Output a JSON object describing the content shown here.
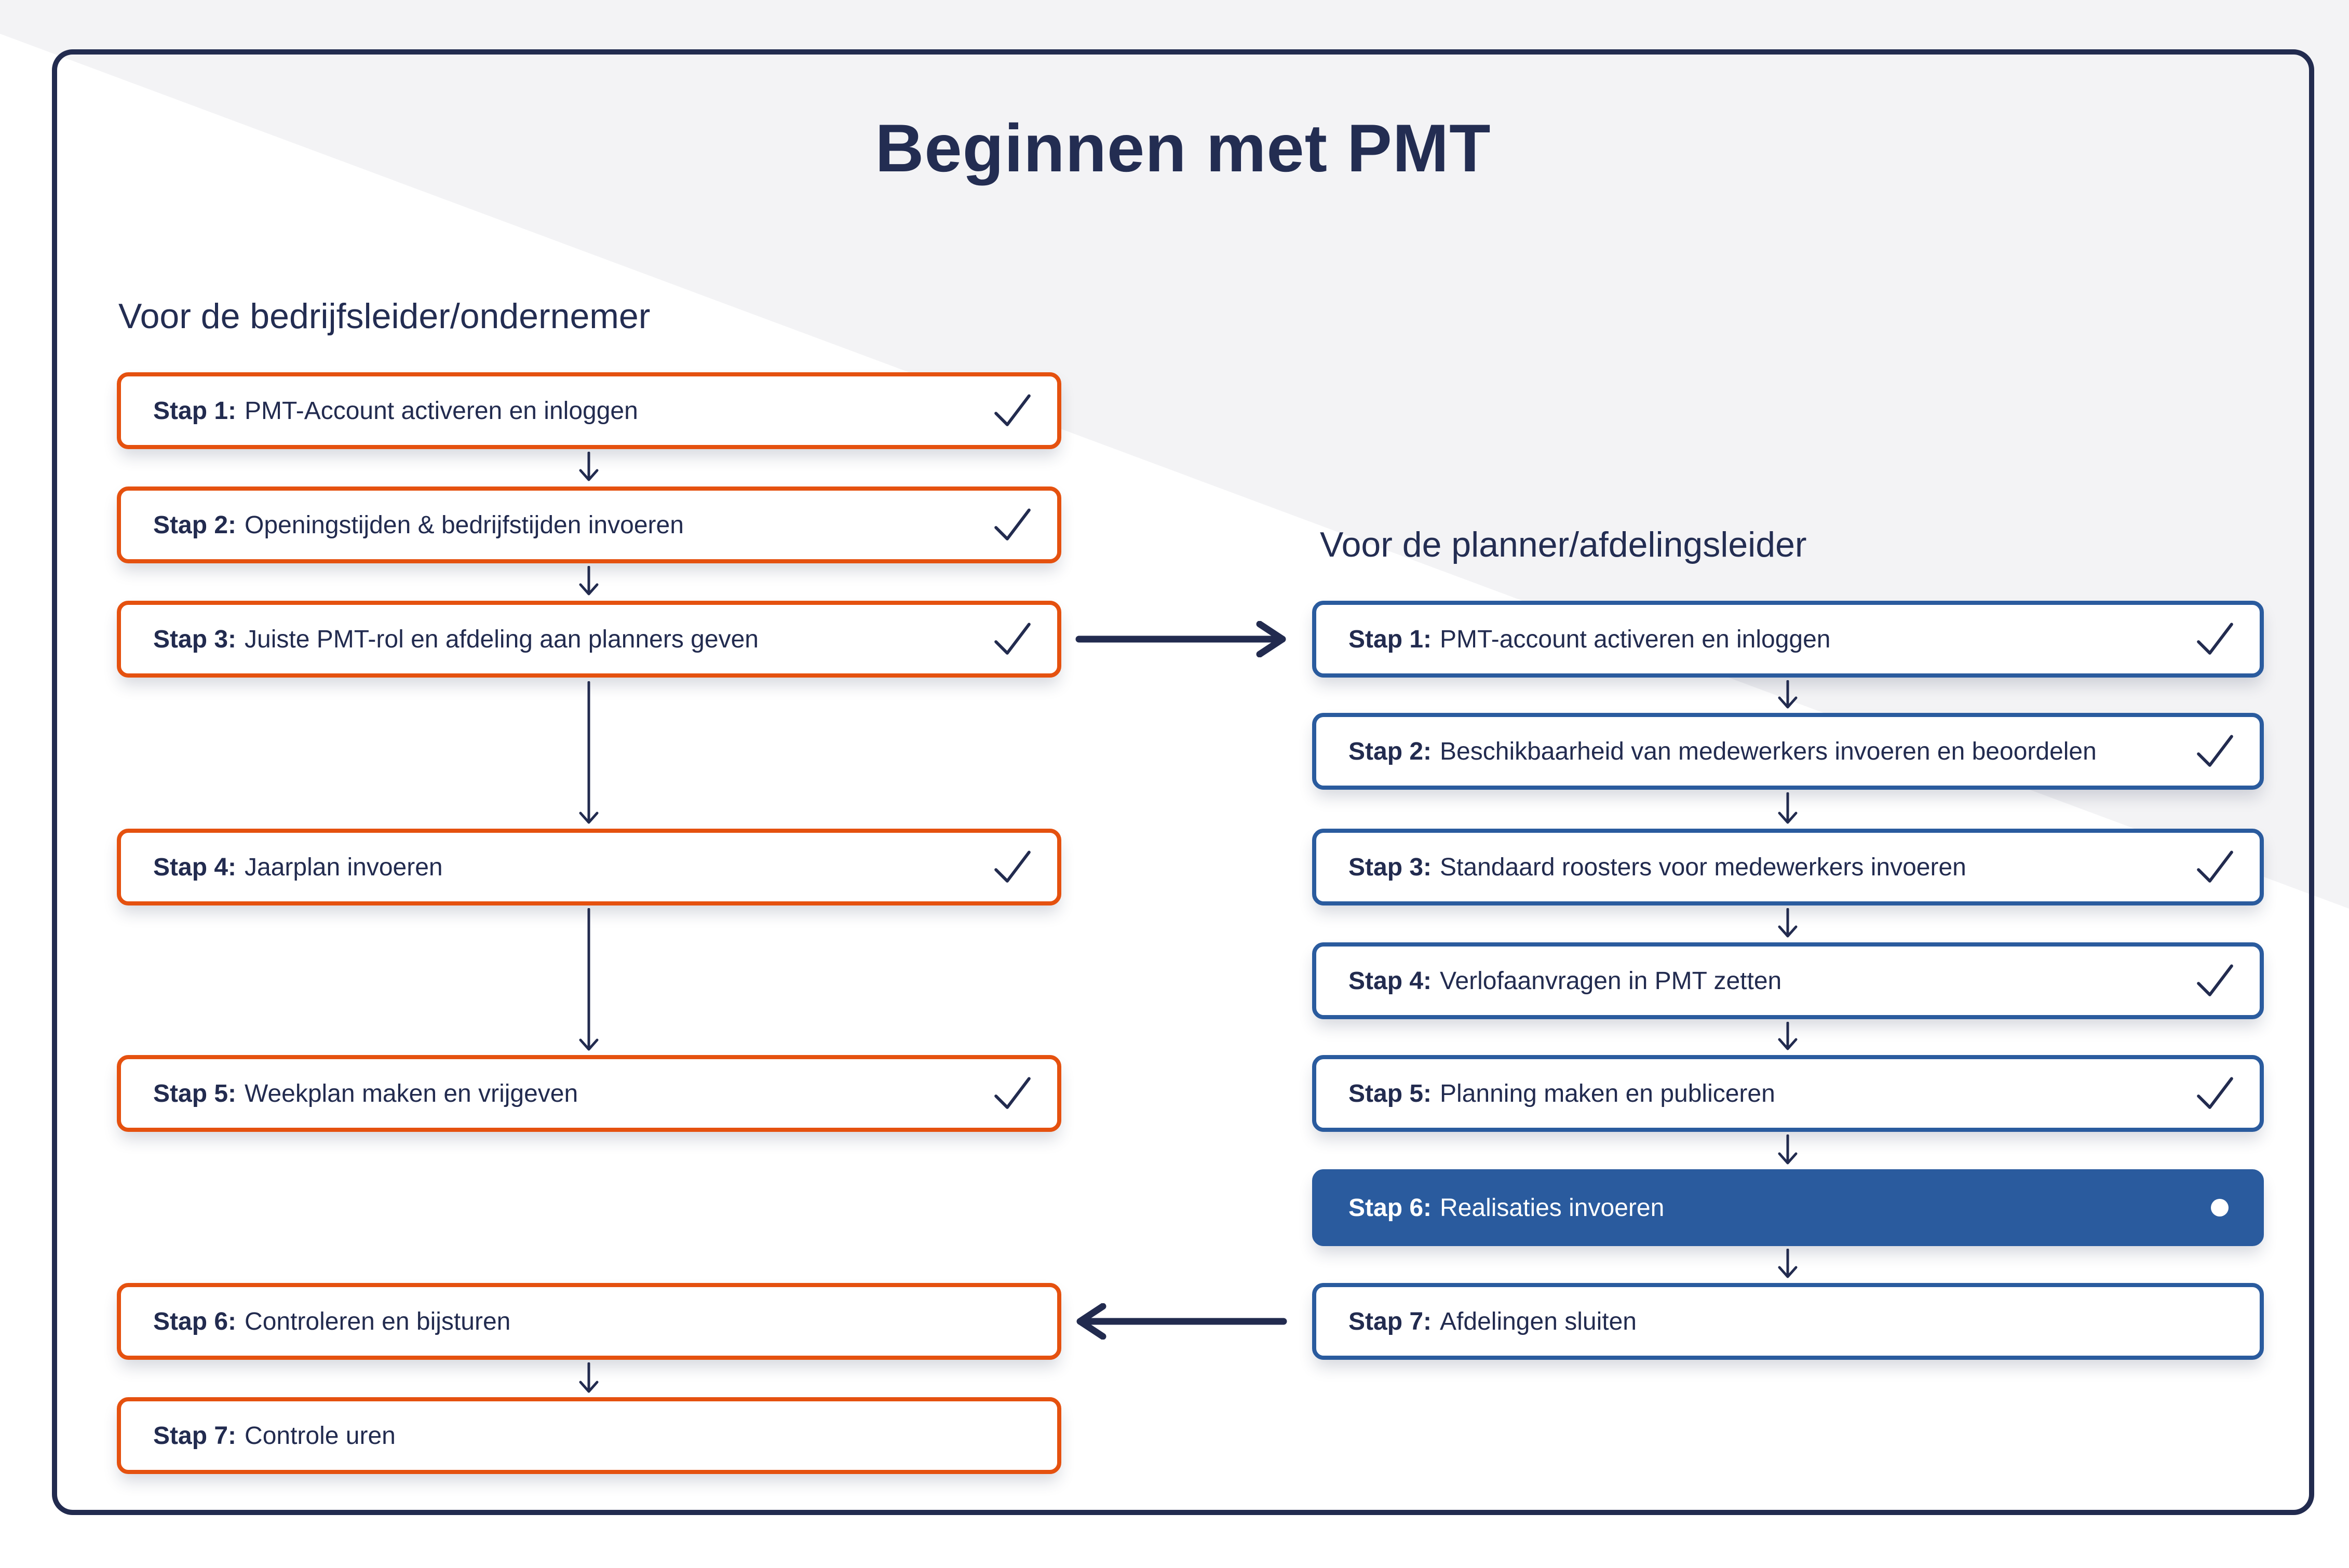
{
  "page": {
    "title": "Beginnen met PMT"
  },
  "colors": {
    "navy": "#222b4f",
    "orange": "#e5510f",
    "blue": "#2a5b9e",
    "background_gray": "#f3f3f5",
    "background_white": "#ffffff"
  },
  "icons": {
    "check": "check-icon",
    "current_step_dot": "dot-icon",
    "arrow_down": "arrow-down-icon",
    "arrow_right": "arrow-right-icon",
    "arrow_left": "arrow-left-icon"
  },
  "left": {
    "header": "Voor de bedrijfsleider/ondernemer",
    "steps": [
      {
        "label": "Stap 1:",
        "text": "PMT-Account activeren en inloggen",
        "status": "done"
      },
      {
        "label": "Stap 2:",
        "text": "Openingstijden & bedrijfstijden invoeren",
        "status": "done"
      },
      {
        "label": "Stap 3:",
        "text": "Juiste PMT-rol en afdeling aan planners geven",
        "status": "done"
      },
      {
        "label": "Stap 4:",
        "text": "Jaarplan invoeren",
        "status": "done"
      },
      {
        "label": "Stap 5:",
        "text": "Weekplan maken en vrijgeven",
        "status": "done"
      },
      {
        "label": "Stap 6:",
        "text": "Controleren en bijsturen",
        "status": "none"
      },
      {
        "label": "Stap 7:",
        "text": "Controle uren",
        "status": "none"
      }
    ]
  },
  "right": {
    "header": "Voor de planner/afdelingsleider",
    "steps": [
      {
        "label": "Stap 1:",
        "text": "PMT-account activeren en inloggen",
        "status": "done"
      },
      {
        "label": "Stap 2:",
        "text": "Beschikbaarheid van medewerkers invoeren en beoordelen",
        "status": "done"
      },
      {
        "label": "Stap 3:",
        "text": "Standaard roosters voor medewerkers invoeren",
        "status": "done"
      },
      {
        "label": "Stap 4:",
        "text": "Verlofaanvragen in PMT zetten",
        "status": "done"
      },
      {
        "label": "Stap 5:",
        "text": "Planning maken en publiceren",
        "status": "done"
      },
      {
        "label": "Stap 6:",
        "text": "Realisaties invoeren",
        "status": "active"
      },
      {
        "label": "Stap 7:",
        "text": "Afdelingen sluiten",
        "status": "none"
      }
    ]
  }
}
